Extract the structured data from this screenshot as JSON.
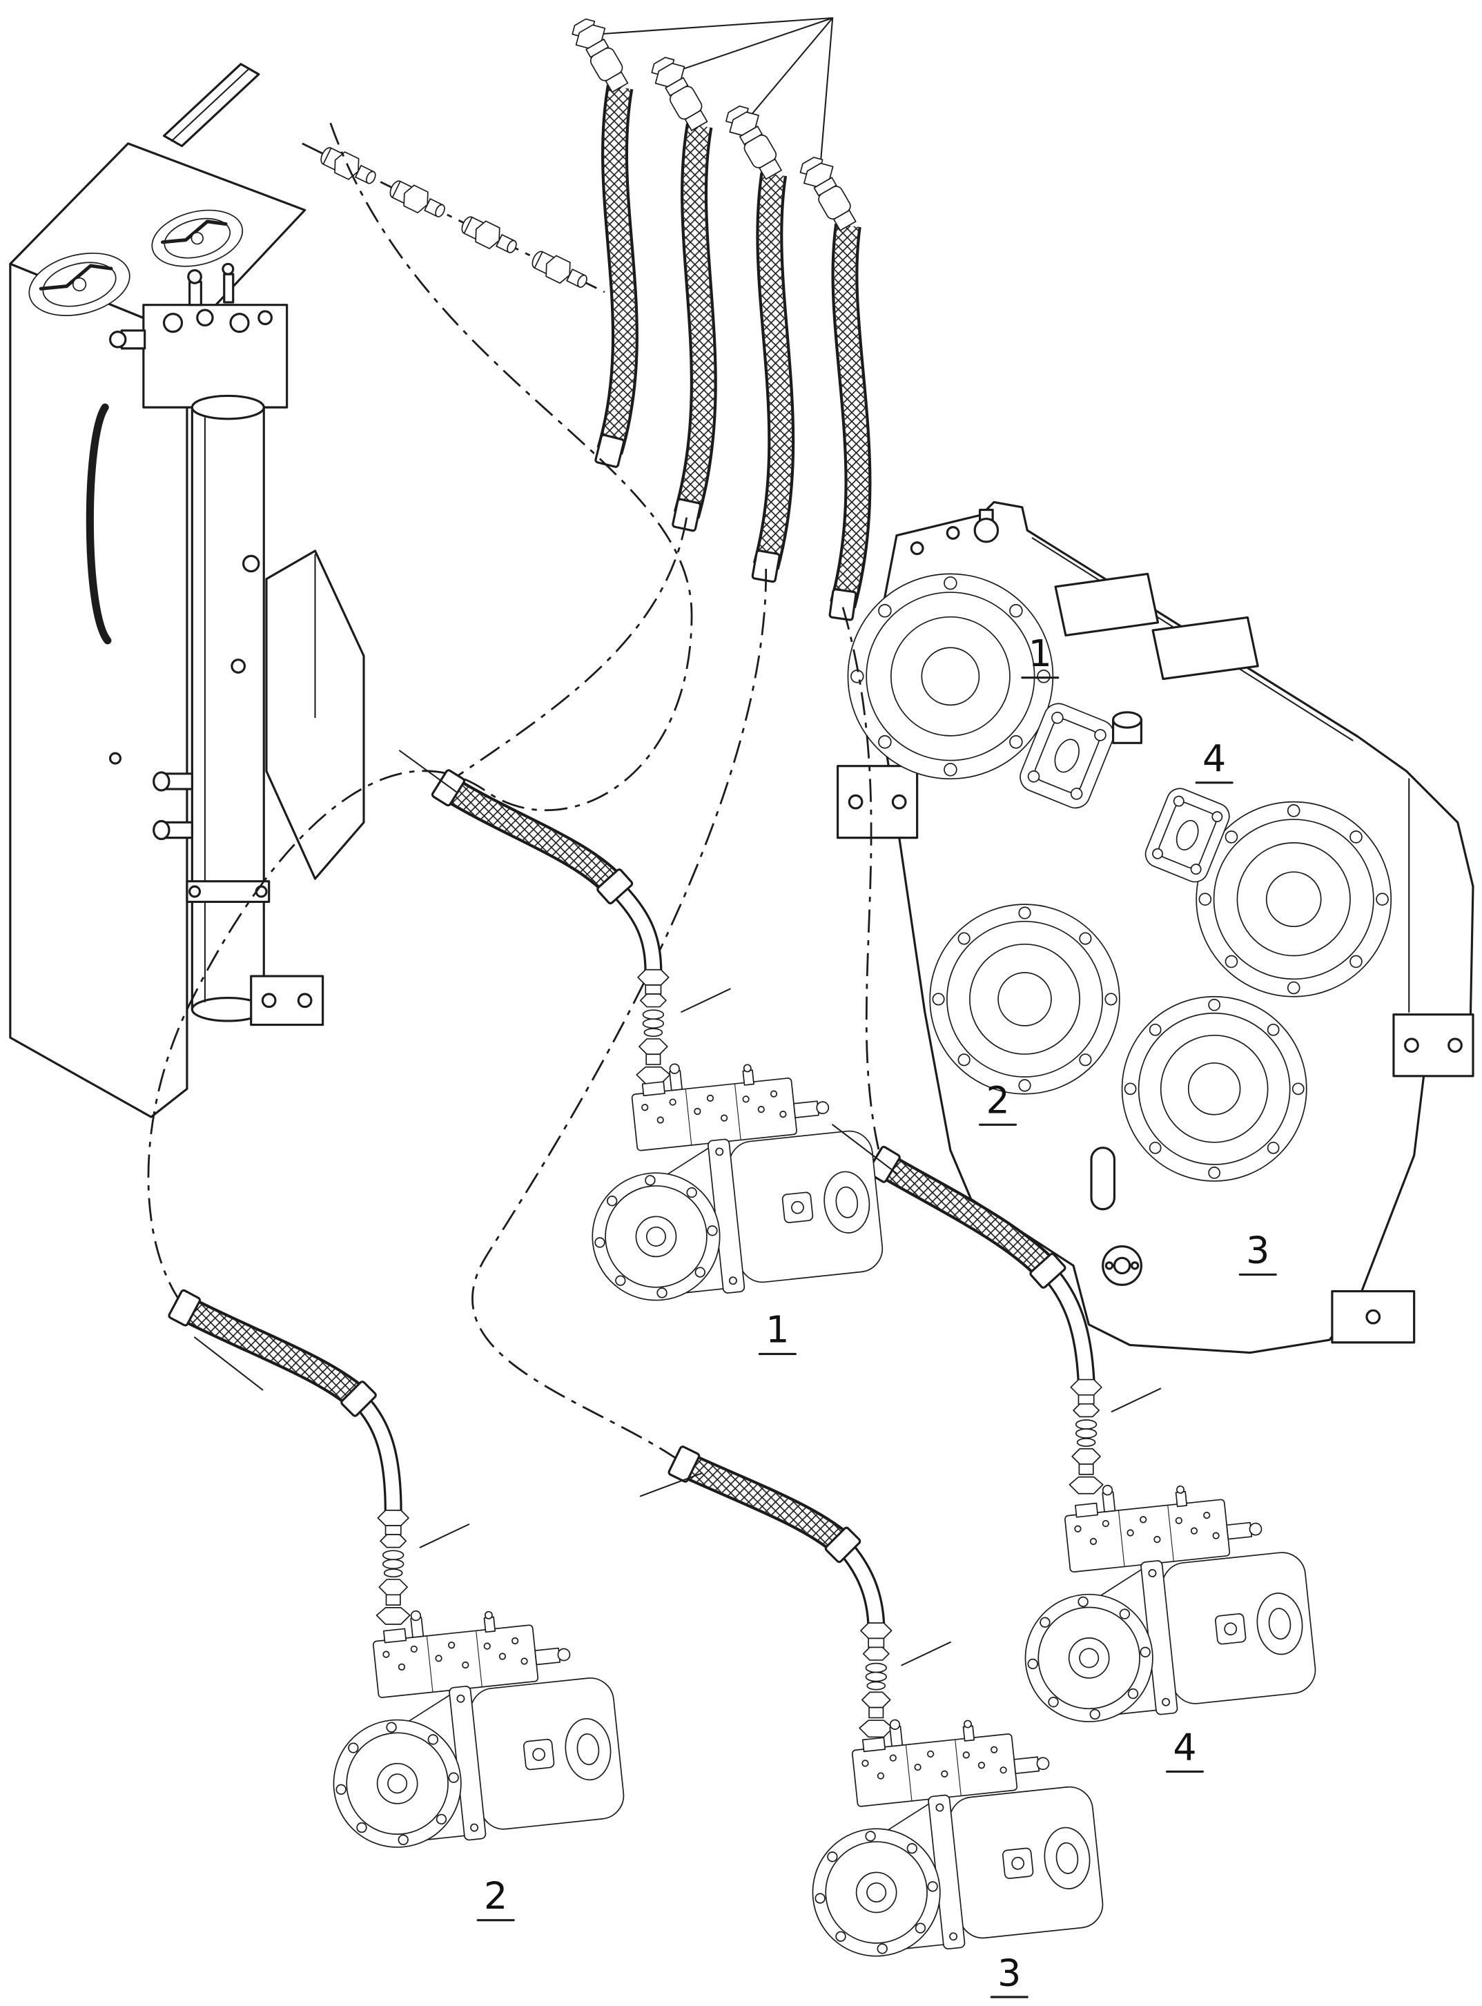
{
  "figure": {
    "background": "#ffffff",
    "line_color": "#1c1c1c"
  },
  "callouts": {
    "gearbox_1": "1",
    "gearbox_2": "2",
    "gearbox_3": "3",
    "gearbox_4": "4",
    "pump_1": "1",
    "pump_2": "2",
    "pump_3": "3",
    "pump_4": "4"
  }
}
